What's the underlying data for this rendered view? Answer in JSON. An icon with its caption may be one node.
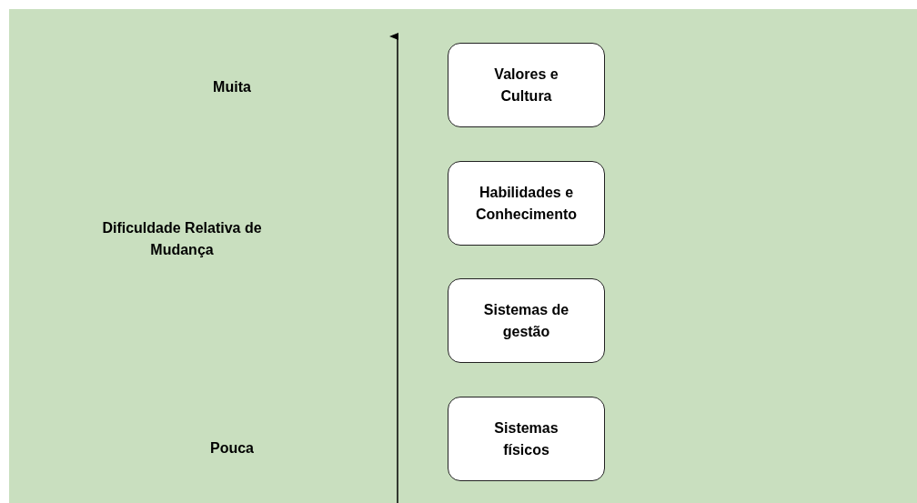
{
  "diagram": {
    "nodes": [
      {
        "text": [
          "Valores e Cultura"
        ]
      },
      {
        "text": [
          "Habilidades e Conhecimento"
        ]
      },
      {
        "text": [
          "Sistemas de gestão"
        ]
      },
      {
        "text": [
          "Sistemas físicos"
        ]
      }
    ],
    "labels": [
      "Muita",
      "Dificuldade Relativa de Mudança",
      "Pouca"
    ]
  }
}
